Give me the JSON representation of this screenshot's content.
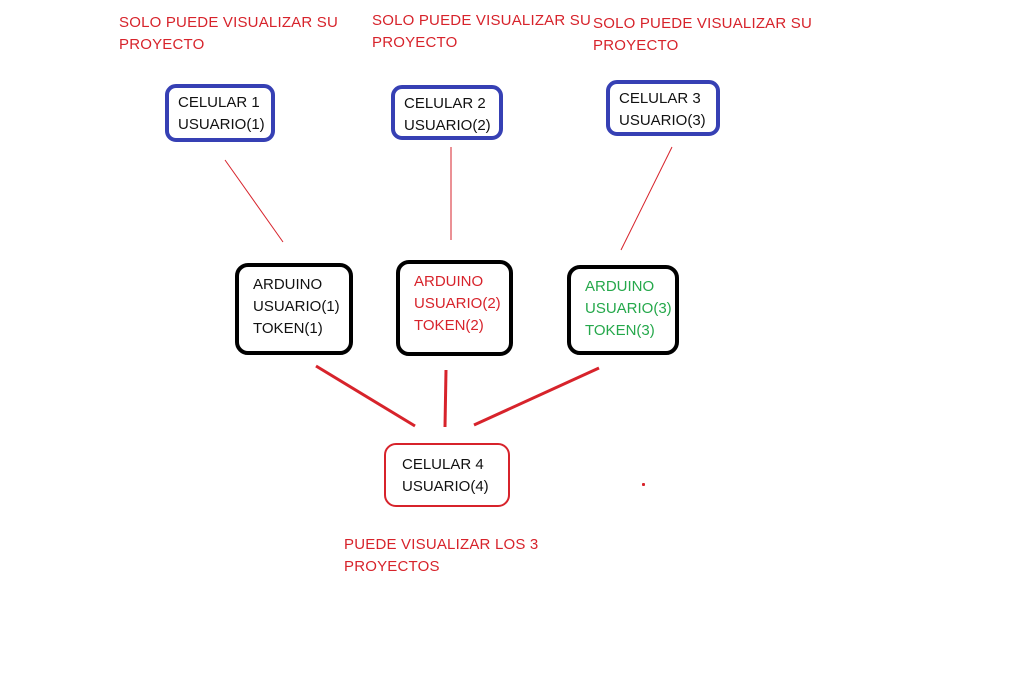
{
  "colors": {
    "phone_border": "#3640b4",
    "arduino_border": "#000000",
    "central_phone_border": "#d7232b",
    "note_text": "#d7232b",
    "connector_thin": "#d7232b",
    "connector_thick": "#d7232b",
    "green_text": "#25a84b"
  },
  "notes": [
    {
      "text": "SOLO PUEDE VISUALIZAR SU PROYECTO"
    },
    {
      "text": "SOLO PUEDE VISUALIZAR SU PROYECTO"
    },
    {
      "text": "SOLO PUEDE VISUALIZAR SU PROYECTO"
    },
    {
      "text": "PUEDE VISUALIZAR LOS 3 PROYECTOS"
    }
  ],
  "phones": [
    {
      "device": "CELULAR 1",
      "user": "USUARIO(1)"
    },
    {
      "device": "CELULAR 2",
      "user": "USUARIO(2)"
    },
    {
      "device": "CELULAR 3",
      "user": "USUARIO(3)"
    }
  ],
  "arduinos": [
    {
      "device": "ARDUINO",
      "user": "USUARIO(1)",
      "token": "TOKEN(1)",
      "text_color": "black"
    },
    {
      "device": "ARDUINO",
      "user": "USUARIO(2)",
      "token": "TOKEN(2)",
      "text_color": "red"
    },
    {
      "device": "ARDUINO",
      "user": "USUARIO(3)",
      "token": "TOKEN(3)",
      "text_color": "green"
    }
  ],
  "central_phone": {
    "device": "CELULAR 4",
    "user": "USUARIO(4)"
  },
  "connections": [
    {
      "from": "CELULAR 1",
      "to": "ARDUINO USUARIO(1)",
      "style": "thin"
    },
    {
      "from": "CELULAR 2",
      "to": "ARDUINO USUARIO(2)",
      "style": "thin"
    },
    {
      "from": "CELULAR 3",
      "to": "ARDUINO USUARIO(3)",
      "style": "thin"
    },
    {
      "from": "ARDUINO USUARIO(1)",
      "to": "CELULAR 4",
      "style": "thick"
    },
    {
      "from": "ARDUINO USUARIO(2)",
      "to": "CELULAR 4",
      "style": "thick"
    },
    {
      "from": "ARDUINO USUARIO(3)",
      "to": "CELULAR 4",
      "style": "thick"
    }
  ]
}
